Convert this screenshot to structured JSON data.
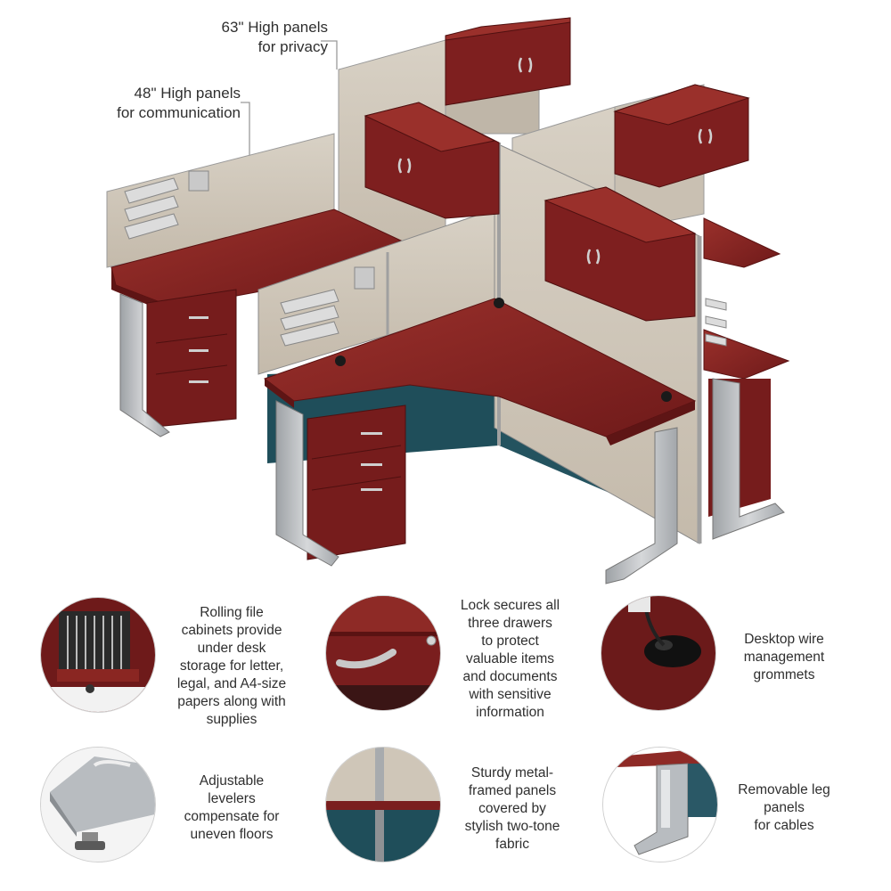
{
  "callouts": {
    "privacy": [
      "63\" High panels",
      "for privacy"
    ],
    "communication": [
      "48\" High panels",
      "for communication"
    ]
  },
  "features": [
    {
      "text": [
        "Rolling file",
        "cabinets provide",
        "under desk",
        "storage for letter,",
        "legal, and A4-size",
        "papers along with",
        "supplies"
      ],
      "icon": "file-cabinet-closeup"
    },
    {
      "text": [
        "Lock secures all",
        "three drawers",
        "to protect",
        "valuable items",
        "and documents",
        "with sensitive",
        "information"
      ],
      "icon": "drawer-lock-closeup"
    },
    {
      "text": [
        "Desktop wire",
        "management",
        "grommets"
      ],
      "icon": "wire-grommet-closeup"
    },
    {
      "text": [
        "Adjustable",
        "levelers",
        "compensate for",
        "uneven floors"
      ],
      "icon": "leveler-closeup"
    },
    {
      "text": [
        "Sturdy metal-",
        "framed panels",
        "covered by",
        "stylish two-tone",
        "fabric"
      ],
      "icon": "panel-fabric-closeup"
    },
    {
      "text": [
        "Removable leg",
        "panels",
        "for cables"
      ],
      "icon": "leg-panel-closeup"
    }
  ],
  "colors": {
    "wood": "#7a1e1e",
    "wood_top": "#8e2a26",
    "panel_fabric": "#cfc6b8",
    "panel_teal": "#1f4e5a",
    "metal": "#b9bcbf"
  }
}
